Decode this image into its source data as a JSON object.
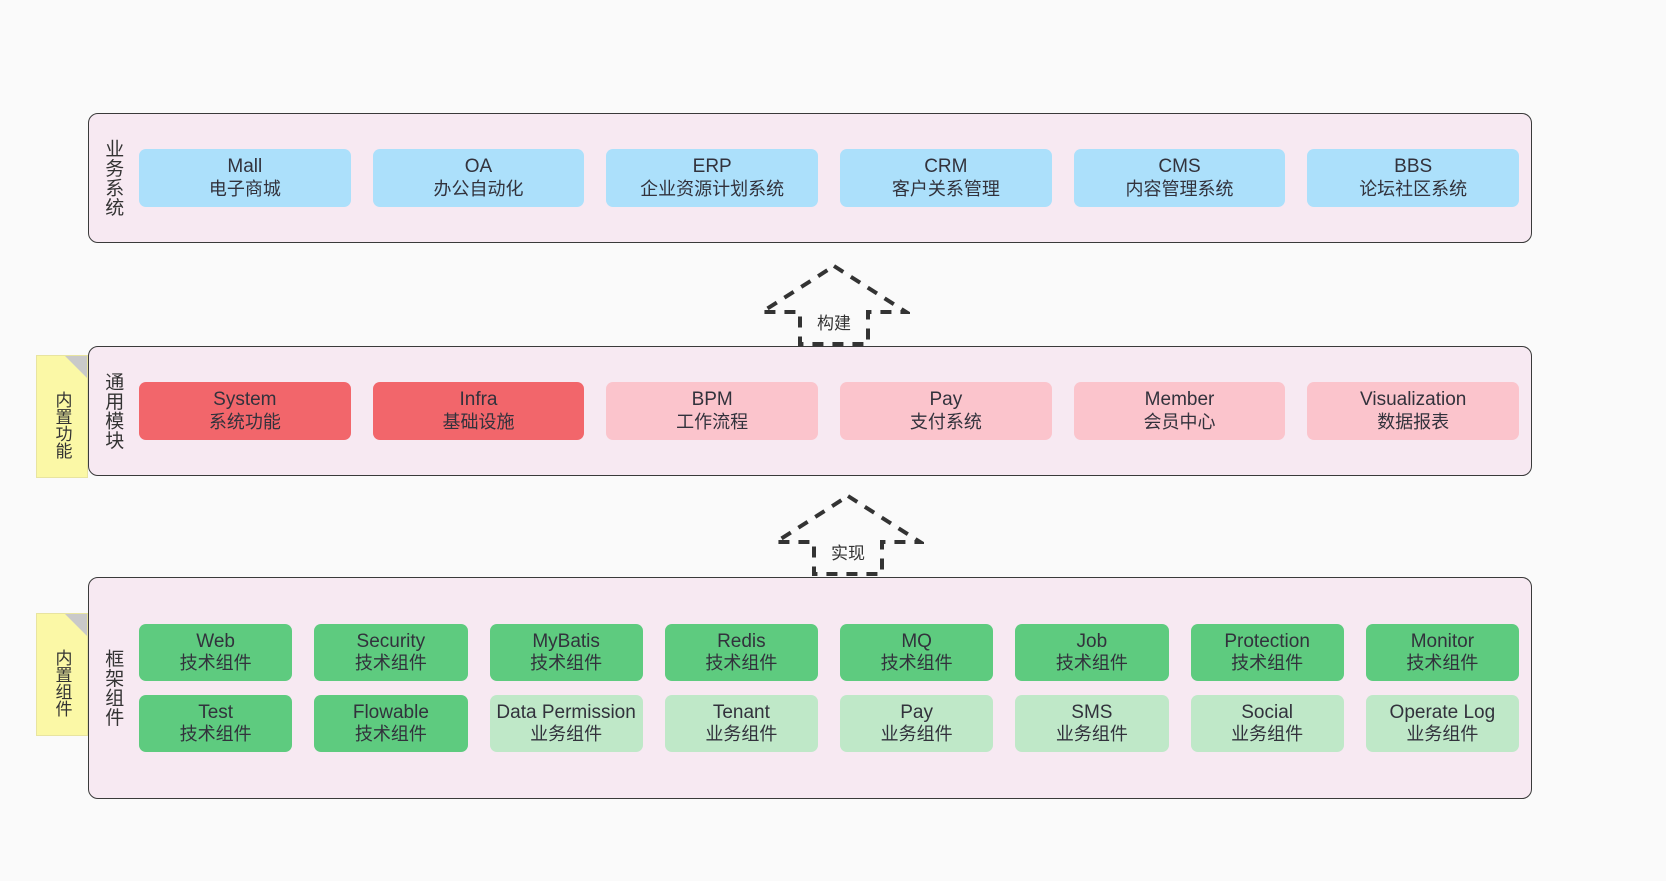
{
  "diagram": {
    "background_color": "#fafafa",
    "panel_color": "#f7e9f2",
    "panel_border_color": "#3a3a3a",
    "note_color": "#fbf8a6"
  },
  "layers": [
    {
      "caption": "业务系统",
      "rows": [
        {
          "cards": [
            {
              "title": "Mall",
              "subtitle": "电子商城",
              "color": "#ace0fb",
              "style": "blue"
            },
            {
              "title": "OA",
              "subtitle": "办公自动化",
              "color": "#ace0fb",
              "style": "blue"
            },
            {
              "title": "ERP",
              "subtitle": "企业资源计划系统",
              "color": "#ace0fb",
              "style": "blue"
            },
            {
              "title": "CRM",
              "subtitle": "客户关系管理",
              "color": "#ace0fb",
              "style": "blue"
            },
            {
              "title": "CMS",
              "subtitle": "内容管理系统",
              "color": "#ace0fb",
              "style": "blue"
            },
            {
              "title": "BBS",
              "subtitle": "论坛社区系统",
              "color": "#ace0fb",
              "style": "blue"
            }
          ]
        }
      ]
    },
    {
      "caption": "通用模块",
      "note": "内置功能",
      "rows": [
        {
          "cards": [
            {
              "title": "System",
              "subtitle": "系统功能",
              "color": "#f2666b",
              "style": "red"
            },
            {
              "title": "Infra",
              "subtitle": "基础设施",
              "color": "#f2666b",
              "style": "red"
            },
            {
              "title": "BPM",
              "subtitle": "工作流程",
              "color": "#fbc4cc",
              "style": "pink"
            },
            {
              "title": "Pay",
              "subtitle": "支付系统",
              "color": "#fbc4cc",
              "style": "pink"
            },
            {
              "title": "Member",
              "subtitle": "会员中心",
              "color": "#fbc4cc",
              "style": "pink"
            },
            {
              "title": "Visualization",
              "subtitle": "数据报表",
              "color": "#fbc4cc",
              "style": "pink"
            }
          ]
        }
      ]
    },
    {
      "caption": "框架组件",
      "note": "内置组件",
      "rows": [
        {
          "cards": [
            {
              "title": "Web",
              "subtitle": "技术组件",
              "color": "#5ecb7f",
              "style": "green"
            },
            {
              "title": "Security",
              "subtitle": "技术组件",
              "color": "#5ecb7f",
              "style": "green"
            },
            {
              "title": "MyBatis",
              "subtitle": "技术组件",
              "color": "#5ecb7f",
              "style": "green"
            },
            {
              "title": "Redis",
              "subtitle": "技术组件",
              "color": "#5ecb7f",
              "style": "green"
            },
            {
              "title": "MQ",
              "subtitle": "技术组件",
              "color": "#5ecb7f",
              "style": "green"
            },
            {
              "title": "Job",
              "subtitle": "技术组件",
              "color": "#5ecb7f",
              "style": "green"
            },
            {
              "title": "Protection",
              "subtitle": "技术组件",
              "color": "#5ecb7f",
              "style": "green"
            },
            {
              "title": "Monitor",
              "subtitle": "技术组件",
              "color": "#5ecb7f",
              "style": "green"
            }
          ]
        },
        {
          "cards": [
            {
              "title": "Test",
              "subtitle": "技术组件",
              "color": "#5ecb7f",
              "style": "green"
            },
            {
              "title": "Flowable",
              "subtitle": "技术组件",
              "color": "#5ecb7f",
              "style": "green"
            },
            {
              "title": "Data Permission",
              "subtitle": "业务组件",
              "color": "#bfe8c8",
              "style": "lightgreen"
            },
            {
              "title": "Tenant",
              "subtitle": "业务组件",
              "color": "#bfe8c8",
              "style": "lightgreen"
            },
            {
              "title": "Pay",
              "subtitle": "业务组件",
              "color": "#bfe8c8",
              "style": "lightgreen"
            },
            {
              "title": "SMS",
              "subtitle": "业务组件",
              "color": "#bfe8c8",
              "style": "lightgreen"
            },
            {
              "title": "Social",
              "subtitle": "业务组件",
              "color": "#bfe8c8",
              "style": "lightgreen"
            },
            {
              "title": "Operate Log",
              "subtitle": "业务组件",
              "color": "#bfe8c8",
              "style": "lightgreen"
            }
          ]
        }
      ]
    }
  ],
  "arrows": [
    {
      "label": "构建",
      "direction": "up"
    },
    {
      "label": "实现",
      "direction": "up"
    }
  ]
}
